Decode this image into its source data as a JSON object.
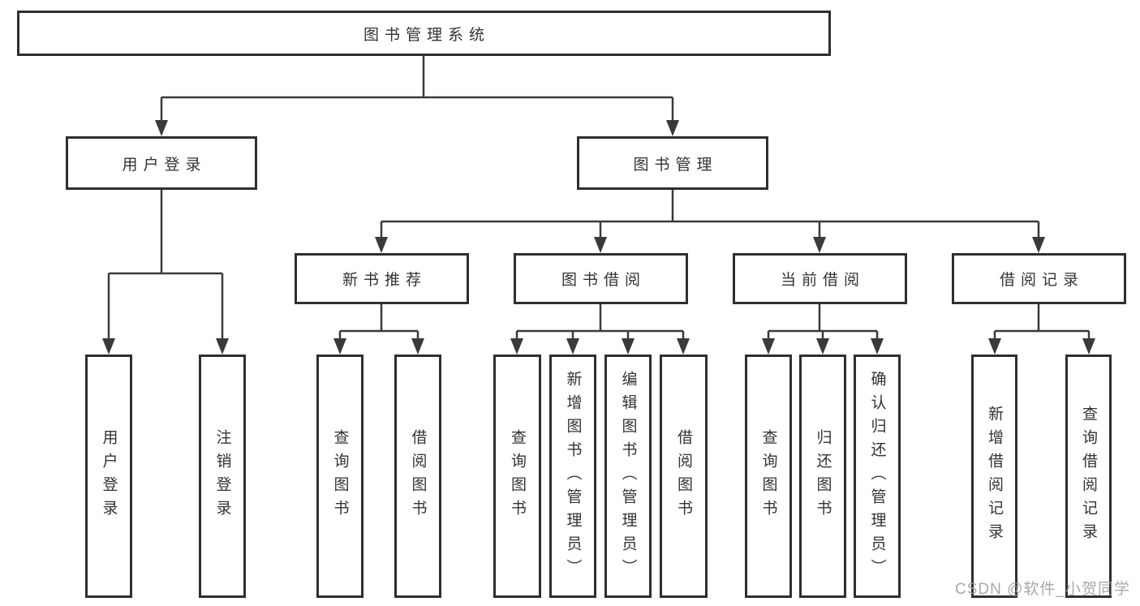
{
  "root": {
    "label": "图书管理系统"
  },
  "branches": {
    "user_login": {
      "label": "用户登录",
      "children": [
        {
          "label": "用户登录"
        },
        {
          "label": "注销登录"
        }
      ]
    },
    "book_management": {
      "label": "图书管理",
      "groups": [
        {
          "label": "新书推荐",
          "children": [
            {
              "label": "查询图书"
            },
            {
              "label": "借阅图书"
            }
          ]
        },
        {
          "label": "图书借阅",
          "children": [
            {
              "label": "查询图书"
            },
            {
              "label": "新增图书（管理员）"
            },
            {
              "label": "编辑图书（管理员）"
            },
            {
              "label": "借阅图书"
            }
          ]
        },
        {
          "label": "当前借阅",
          "children": [
            {
              "label": "查询图书"
            },
            {
              "label": "归还图书"
            },
            {
              "label": "确认归还（管理员）"
            }
          ]
        },
        {
          "label": "借阅记录",
          "children": [
            {
              "label": "新增借阅记录"
            },
            {
              "label": "查询借阅记录"
            }
          ]
        }
      ]
    }
  },
  "watermark": {
    "text": "CSDN @软件_小贺同学"
  },
  "colors": {
    "background": "#ffffff",
    "box_fill": "#ffffff",
    "box_border": "#2f2f2f",
    "line": "#3a3a3a",
    "text": "#333333",
    "watermark": "#9e9e9e"
  }
}
